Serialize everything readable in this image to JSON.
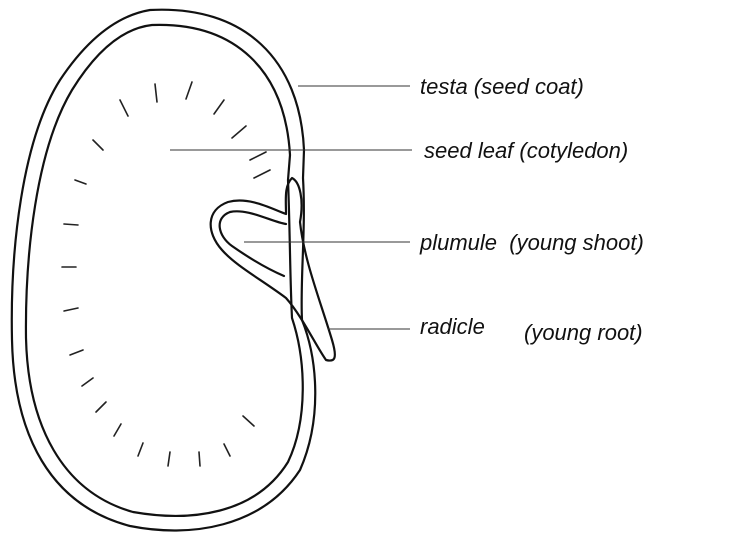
{
  "labels": {
    "testa": "testa (seed coat)",
    "cotyledon": "seed leaf (cotyledon)",
    "plumule": "plumule  (young shoot)",
    "radicle": "radicle",
    "radicle_gloss": "(young root)"
  },
  "colors": {
    "line": "#111111",
    "background": "#ffffff"
  }
}
